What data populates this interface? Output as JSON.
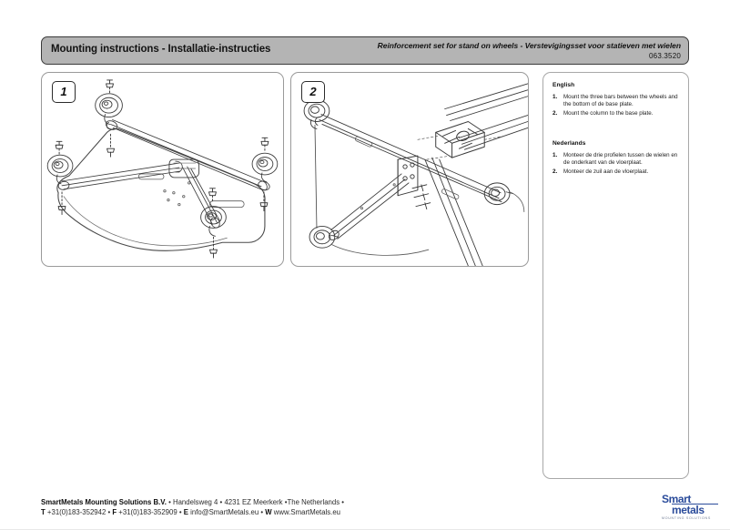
{
  "header": {
    "title": "Mounting instructions - Installatie-instructies",
    "subtitle": "Reinforcement set for stand on wheels - Verstevigingsset voor statieven met wielen",
    "code": "063.3520"
  },
  "panels": {
    "step1_badge": "1",
    "step2_badge": "2"
  },
  "instructions": {
    "english": {
      "language": "English",
      "items": [
        {
          "num": "1.",
          "text": "Mount the three bars between the wheels and the bottom of de base plate."
        },
        {
          "num": "2.",
          "text": "Mount the column to the base plate."
        }
      ]
    },
    "dutch": {
      "language": "Nederlands",
      "items": [
        {
          "num": "1.",
          "text": "Monteer de drie profielen tussen de wielen en de onderkant van de vloerplaat."
        },
        {
          "num": "2.",
          "text": "Monteer de zuil aan de vloerplaat."
        }
      ]
    }
  },
  "footer": {
    "line1_company": "SmartMetals Mounting Solutions B.V.",
    "line1_rest": " • Handelsweg 4 • 4231 EZ Meerkerk •The Netherlands •",
    "line2_t_label": "T",
    "line2_phone": " +31(0)183-352942 • ",
    "line2_f_label": "F",
    "line2_fax": " +31(0)183-352909 • ",
    "line2_e_label": "E",
    "line2_email": " info@SmartMetals.eu • ",
    "line2_w_label": "W",
    "line2_web": " www.SmartMetals.eu"
  },
  "logo": {
    "smart": "Smart",
    "metals": "metals",
    "tagline": "Mounting Solutions",
    "color": "#2b4c9b"
  }
}
